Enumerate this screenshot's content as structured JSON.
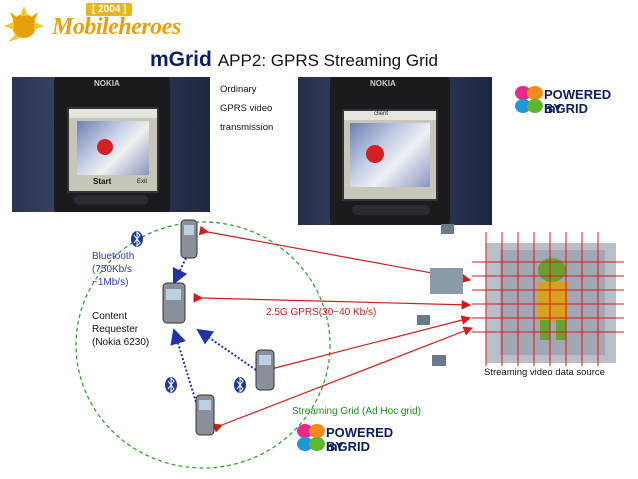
{
  "logo": {
    "year_tag": "[ 2004 ]",
    "name": "Mobileheroes"
  },
  "title": {
    "brand": "mGrid",
    "text": "APP2:  GPRS Streaming Grid"
  },
  "photos": {
    "left_screen_top": "",
    "left_softkey_left": "Start",
    "left_softkey_right": "Exit",
    "left_phone_brand": "NOKIA",
    "right_screen_top": "client",
    "right_phone_brand": "NOKIA"
  },
  "caption_ordinary": [
    "Ordinary",
    "GPRS video",
    "transmission"
  ],
  "bluetooth_label": [
    "Bluetooth",
    "(750Kb/s",
    "~1Mb/s)"
  ],
  "content_requester": [
    "Content",
    "Requester",
    "(Nokia 6230)"
  ],
  "gprs_label": "2.5G GPRS(30~40 Kb/s)",
  "streaming_source": "Streaming video data source",
  "streaming_grid": "Streaming Grid (Ad Hoc grid)",
  "powered_by": {
    "line1": "POWERED BY",
    "line2": "mGRID"
  },
  "icons": [
    "bluetooth-icon",
    "mobile-phone-icon",
    "mgrid-logo-icon",
    "video-thumbnail"
  ],
  "colors": {
    "red_arrow": "#d21c1c",
    "blue_arrow": "#2233aa",
    "green_circle": "#2a9a2a",
    "title_brand": "#0b1f66",
    "logo_orange": "#e8a00a"
  }
}
